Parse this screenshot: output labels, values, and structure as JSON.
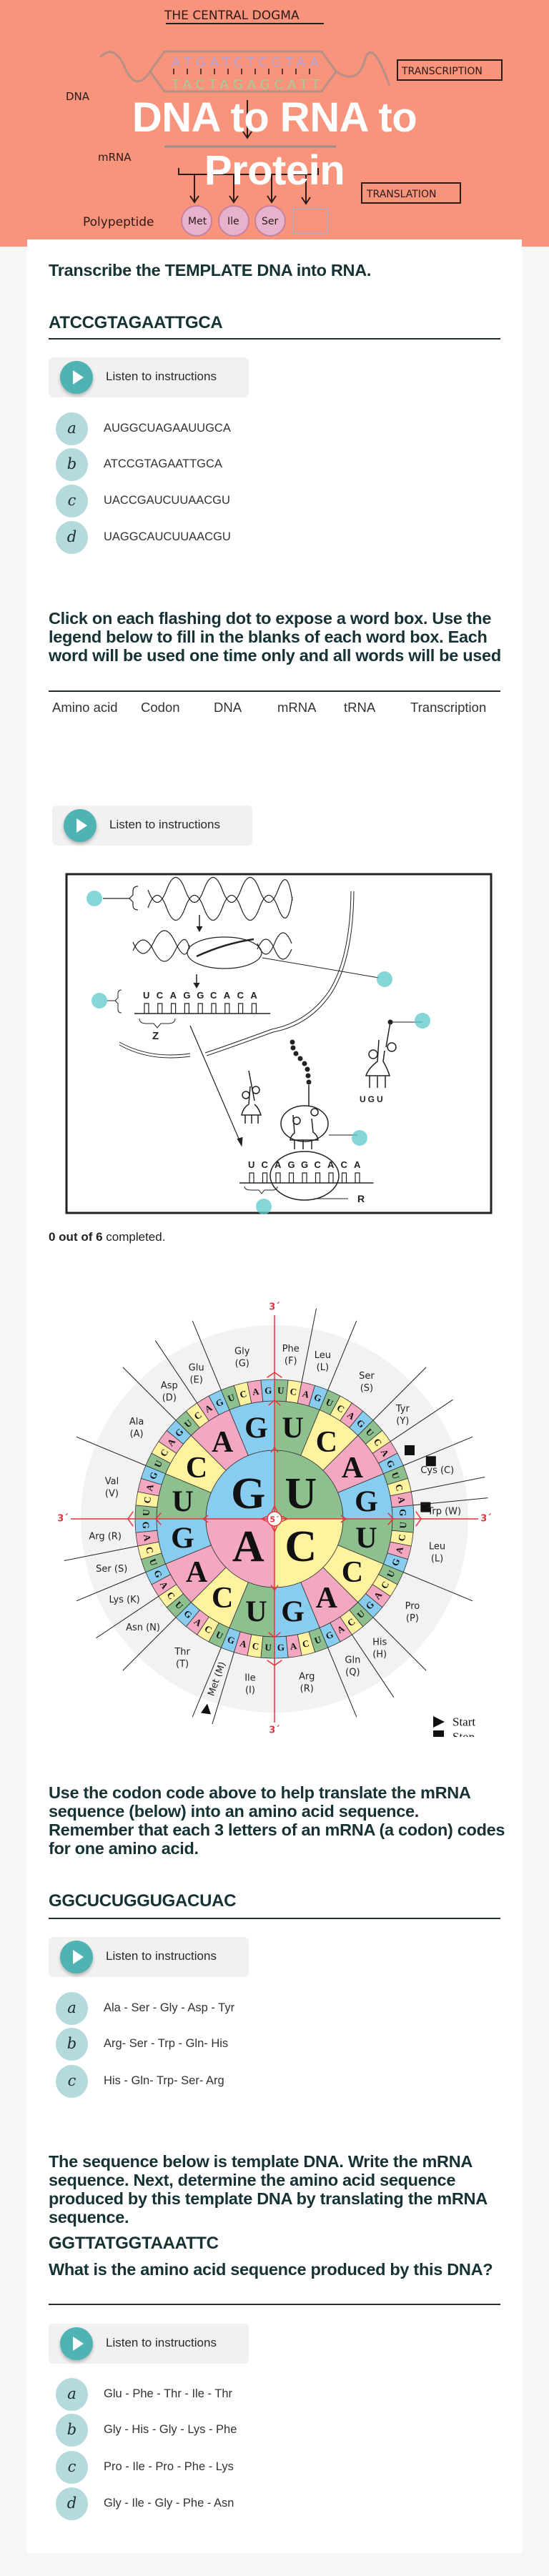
{
  "header": {
    "title_line1": "DNA to RNA to",
    "title_line2": "Protein",
    "bg_color": "#f8937c",
    "image_text": {
      "heading": "THE CENTRAL DOGMA",
      "dna": "DNA",
      "mrna": "mRNA",
      "transcription": "TRANSCRIPTION",
      "translation": "TRANSLATION",
      "polypeptide": "Polypeptide",
      "aa1": "Met",
      "aa2": "Ile",
      "aa3": "Ser"
    }
  },
  "listen_label": "Listen to instructions",
  "q1": {
    "heading": "Transcribe the TEMPLATE DNA into RNA.",
    "sequence": "ATCCGTAGAATTGCA",
    "options": [
      {
        "letter": "a",
        "text": "AUGGCUAGAAUUGCA"
      },
      {
        "letter": "b",
        "text": "ATCCGTAGAATTGCA"
      },
      {
        "letter": "c",
        "text": "UACCGAUCUUAACGU"
      },
      {
        "letter": "d",
        "text": "UAGGCAUCUUAACGU"
      }
    ]
  },
  "q2": {
    "heading": "Click on each flashing dot to expose a word box. Use the legend below to fill in the blanks of each word box. Each word will be used one time only and all words will be used",
    "legend": [
      "Amino acid",
      "Codon",
      "DNA",
      "mRNA",
      "tRNA",
      "Transcription"
    ],
    "diagram": {
      "mrna_letters": [
        "U",
        "C",
        "A",
        "G",
        "G",
        "C",
        "A",
        "C",
        "A"
      ],
      "label_z": "Z",
      "label_r": "R",
      "anticodon": "UGU",
      "hotspot_color": "#5cc8c8",
      "hotspot_count": 6
    },
    "progress_bold": "0 out of 6",
    "progress_rest": " completed."
  },
  "codon_wheel": {
    "bases": [
      "U",
      "C",
      "A",
      "G"
    ],
    "base_colors": {
      "U": "#8dc08e",
      "C": "#fff3a0",
      "A": "#f4a7c1",
      "G": "#88cdef"
    },
    "axis_color": "#e8333a",
    "center_label": "5´",
    "end_label": "3´",
    "groups": [
      {
        "label": "Phe (F)",
        "codons": 2
      },
      {
        "label": "Leu (L)",
        "codons": 2
      },
      {
        "label": "Ser (S)",
        "codons": 4
      },
      {
        "label": "Tyr (Y)",
        "codons": 2
      },
      {
        "label": "",
        "codons": 2,
        "stop": true
      },
      {
        "label": "Cys (C)",
        "codons": 2
      },
      {
        "label": "",
        "codons": 1,
        "stop": true
      },
      {
        "label": "Trp (W)",
        "codons": 1
      },
      {
        "label": "Leu (L)",
        "codons": 4
      },
      {
        "label": "Pro (P)",
        "codons": 4
      },
      {
        "label": "His (H)",
        "codons": 2
      },
      {
        "label": "Gln (Q)",
        "codons": 2
      },
      {
        "label": "Arg (R)",
        "codons": 4
      },
      {
        "label": "Ile (I)",
        "codons": 3
      },
      {
        "label": "Met (M)",
        "codons": 1,
        "start": true
      },
      {
        "label": "Thr (T)",
        "codons": 4
      },
      {
        "label": "Asn (N)",
        "codons": 2
      },
      {
        "label": "Lys (K)",
        "codons": 2
      },
      {
        "label": "Ser (S)",
        "codons": 2
      },
      {
        "label": "Arg (R)",
        "codons": 2
      },
      {
        "label": "Val (V)",
        "codons": 4
      },
      {
        "label": "Ala (A)",
        "codons": 4
      },
      {
        "label": "Asp (D)",
        "codons": 2
      },
      {
        "label": "Glu (E)",
        "codons": 2
      },
      {
        "label": "Gly (G)",
        "codons": 4
      }
    ],
    "legend_start": "Start",
    "legend_stop": "Stop"
  },
  "q3": {
    "heading": "Use the codon code above to help translate the mRNA sequence (below) into an amino acid sequence. Remember that each 3 letters of an mRNA (a codon) codes for one amino acid.",
    "sequence": "GGCUCUGGUGACUAC",
    "options": [
      {
        "letter": "a",
        "text": "Ala - Ser - Gly - Asp - Tyr"
      },
      {
        "letter": "b",
        "text": "Arg- Ser - Trp - Gln- His"
      },
      {
        "letter": "c",
        "text": "His - Gln- Trp- Ser- Arg"
      }
    ]
  },
  "q4": {
    "heading": "The sequence below is template DNA. Write the mRNA sequence. Next, determine the amino acid sequence produced by this template DNA by translating the mRNA sequence.",
    "sequence": "GGTTATGGTAAATTC",
    "question": "What is the amino acid sequence produced by this DNA?",
    "options": [
      {
        "letter": "a",
        "text": "Glu - Phe - Thr - Ile - Thr"
      },
      {
        "letter": "b",
        "text": "Gly - His - Gly - Lys - Phe"
      },
      {
        "letter": "c",
        "text": "Pro - Ile - Pro - Phe - Lys"
      },
      {
        "letter": "d",
        "text": "Gly - Ile - Gly - Phe - Asn"
      }
    ]
  }
}
